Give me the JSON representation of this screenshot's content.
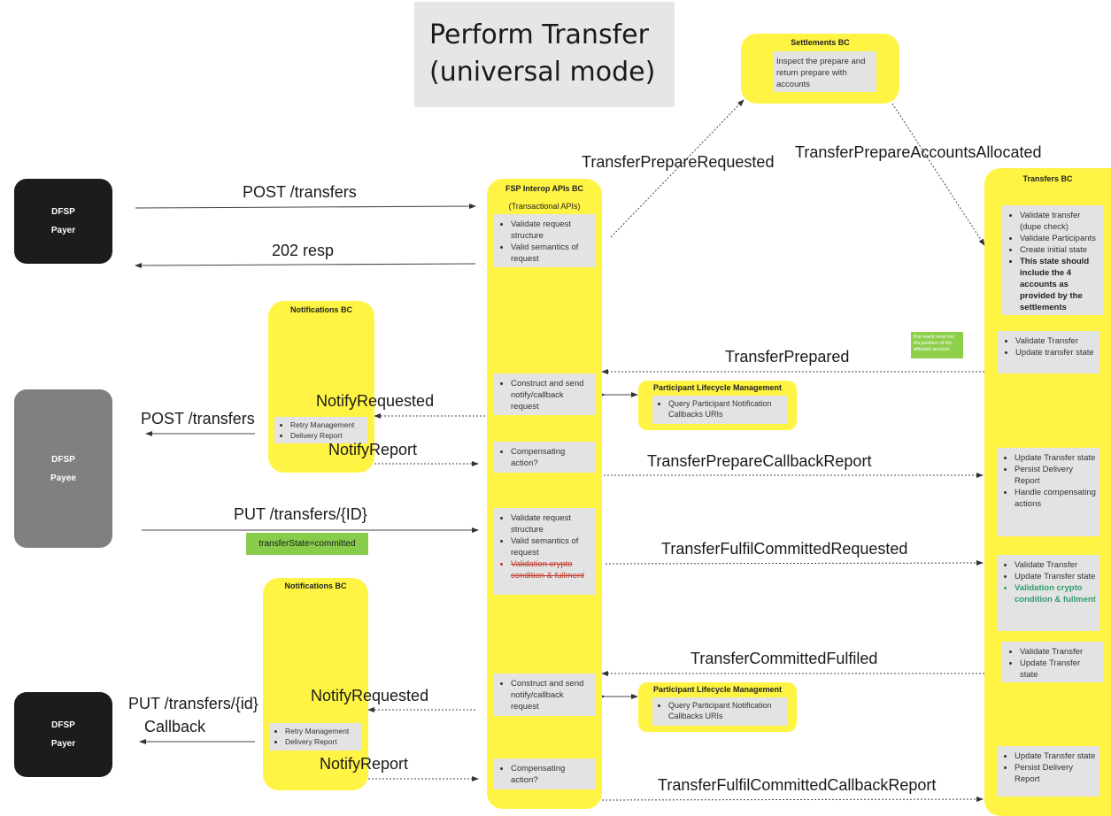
{
  "title": {
    "line1": "Perform Transfer",
    "line2": "(universal mode)"
  },
  "actors": {
    "payer_top": {
      "name": "DFSP",
      "role": "Payer"
    },
    "payee": {
      "name": "DFSP",
      "role": "Payee"
    },
    "payer_bottom": {
      "name": "DFSP",
      "role": "Payer"
    }
  },
  "settlements_bc": {
    "title": "Settlements BC",
    "text": "Inspect the prepare and return prepare with accounts"
  },
  "fsp_interop": {
    "title": "FSP Interop APIs BC",
    "subtitle": "(Transactional APIs)",
    "box1": [
      "Validate request structure",
      "Valid semantics of request"
    ],
    "box2": [
      "Construct and send notify/callback request"
    ],
    "box3": [
      "Compensating action?"
    ],
    "box4": [
      "Validate request structure",
      "Valid semantics of request"
    ],
    "box4_strike": "Validation crypto condition & fullment",
    "box5": [
      "Construct and send notify/callback request"
    ],
    "box6": [
      "Compensating action?"
    ]
  },
  "transfers_bc": {
    "title": "Transfers BC",
    "box1": [
      "Validate transfer (dupe check)",
      "Validate Participants",
      "Create initial state"
    ],
    "box1_bold": "This state should include the 4 accounts as provided by the settlements",
    "box2": [
      "Validate Transfer",
      "Update transfer state"
    ],
    "box3": [
      "Update Transfer state",
      "Persist Delivery Report",
      "Handle compensating actions"
    ],
    "box4": [
      "Validate Transfer",
      "Update Transfer state"
    ],
    "box4_green": "Validation crypto condition & fullment",
    "box5": [
      "Validate Transfer",
      "Update Transfer state"
    ],
    "box6": [
      "Update Transfer state",
      "Persist Delivery Report"
    ]
  },
  "notifications_top": {
    "title": "Notifications BC",
    "items": [
      "Retry Management",
      "Delivery Report"
    ]
  },
  "notifications_bottom": {
    "title": "Notifications BC",
    "items": [
      "Retry Management",
      "Delivery Report"
    ]
  },
  "plm_top": {
    "title": "Participant Lifecycle Management",
    "items": [
      "Query Participant Notification Callbacks URIs"
    ]
  },
  "plm_bottom": {
    "title": "Participant Lifecycle Management",
    "items": [
      "Query Participant Notification Callbacks URIs"
    ]
  },
  "note": "this event must inc. the position of the affected account",
  "state_tag": "transferState=committed",
  "labels": {
    "post_transfers": "POST /transfers",
    "resp_202": "202 resp",
    "transfer_prepare_requested": "TransferPrepareRequested",
    "transfer_prepare_accounts_allocated": "TransferPrepareAccountsAllocated",
    "transfer_prepared": "TransferPrepared",
    "notify_requested_1": "NotifyRequested",
    "post_transfers_payee": "POST /transfers",
    "notify_report_1": "NotifyReport",
    "transfer_prepare_callback_report": "TransferPrepareCallbackReport",
    "put_transfers_id": "PUT /transfers/{ID}",
    "transfer_fulfil_committed_requested": "TransferFulfilCommittedRequested",
    "transfer_committed_fulfiled": "TransferCommittedFulfiled",
    "put_transfers_id_lower": "PUT /transfers/{id}",
    "callback": "Callback",
    "notify_requested_2": "NotifyRequested",
    "notify_report_2": "NotifyReport",
    "transfer_fulfil_committed_callback_report": "TransferFulfilCommittedCallbackReport"
  },
  "colors": {
    "bc_yellow": "#fff444",
    "inner_grey": "#e3e3e3",
    "dark_actor": "#1c1c1c",
    "payee_actor": "#808080",
    "note_green": "#8ed04c"
  }
}
